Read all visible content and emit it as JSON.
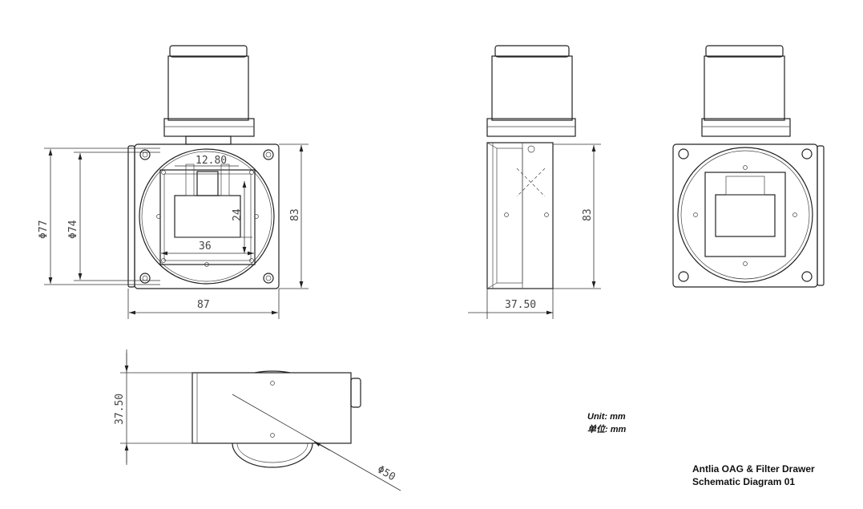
{
  "dimensions": {
    "front_outer_diameter": "Φ77",
    "front_inner_diameter": "Φ74",
    "front_height": "83",
    "front_width": "87",
    "slot_width": "12.80",
    "window_height": "24",
    "window_width": "36",
    "side_height": "83",
    "side_depth": "37.50",
    "bottom_thickness": "37.50",
    "wheel_diameter": "Φ50"
  },
  "notes": {
    "unit_en": "Unit:  mm",
    "unit_cn": "单位: mm",
    "title_line1": "Antlia OAG & Filter Drawer",
    "title_line2": "Schematic Diagram 01"
  }
}
